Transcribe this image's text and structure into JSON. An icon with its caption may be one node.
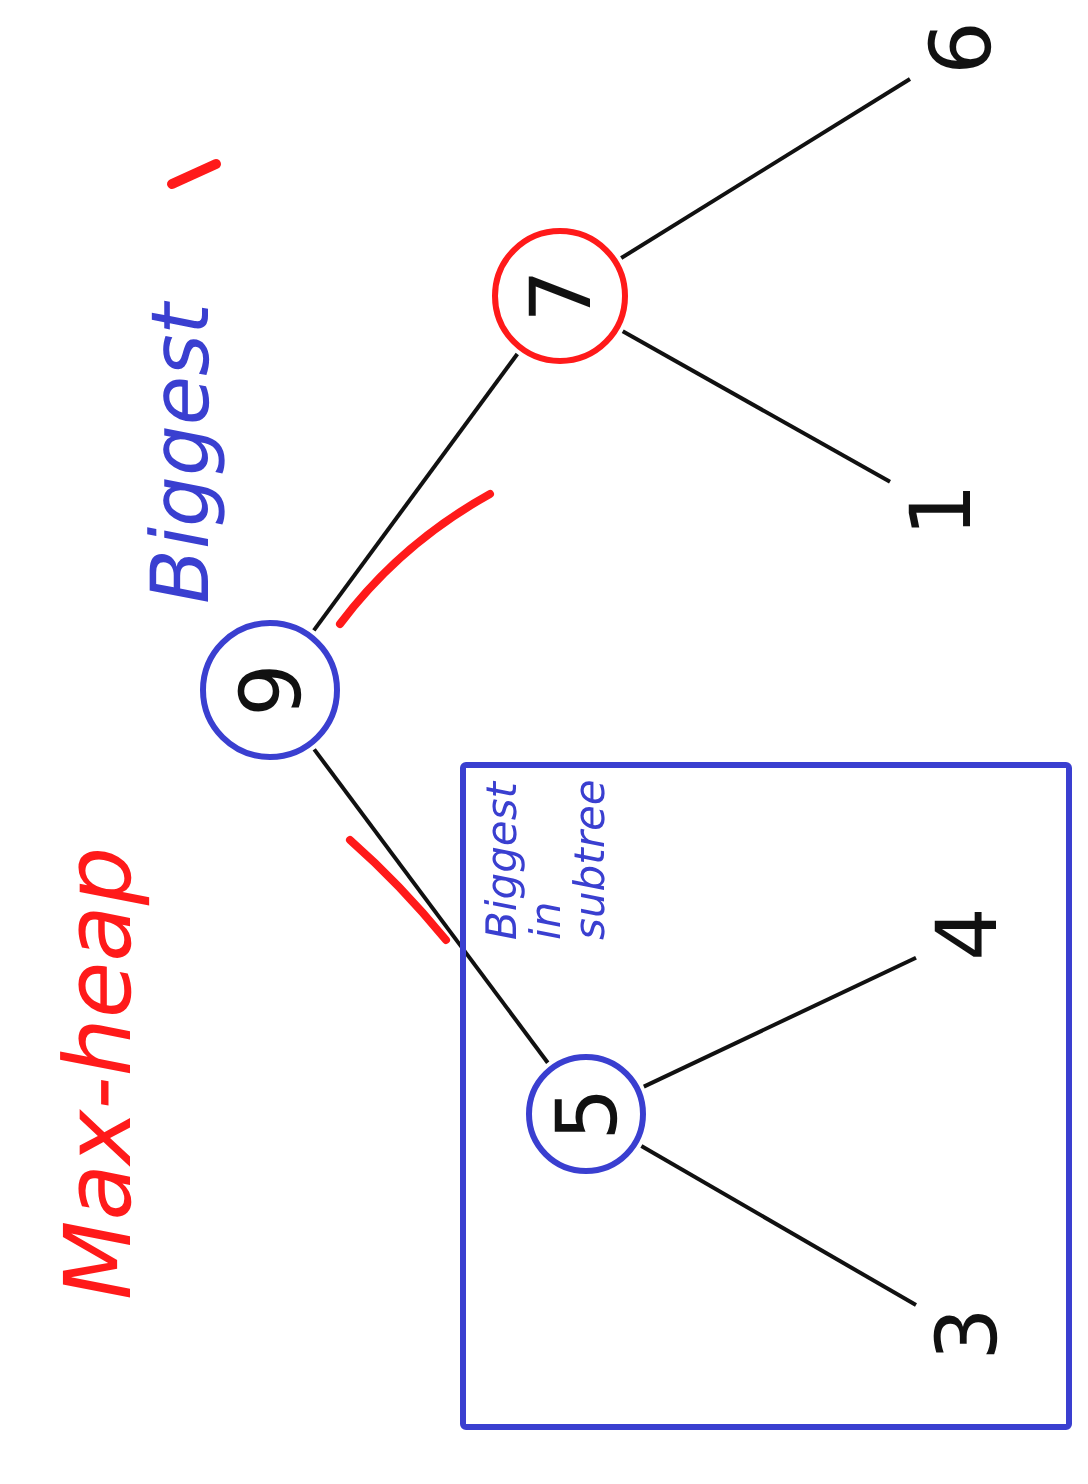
{
  "diagram": {
    "title": "Max-heap",
    "nodes": [
      {
        "text": [
          "9"
        ]
      },
      {
        "text": [
          "7"
        ]
      },
      {
        "text": [
          "6"
        ]
      },
      {
        "text": [
          "1"
        ]
      },
      {
        "text": [],
        "shape": "box"
      },
      {
        "text": [
          "5"
        ],
        "in": 4
      },
      {
        "text": [
          "4"
        ],
        "in": 4
      },
      {
        "text": [
          "3"
        ],
        "in": 4
      }
    ],
    "edges": [
      {
        "from": 0,
        "to": 1,
        "arrow": "none"
      },
      {
        "from": 0,
        "to": 5,
        "arrow": "none"
      },
      {
        "from": 1,
        "to": 2,
        "arrow": "none"
      },
      {
        "from": 1,
        "to": 3,
        "arrow": "none"
      },
      {
        "from": 5,
        "to": 6,
        "arrow": "none"
      },
      {
        "from": 5,
        "to": 7,
        "arrow": "none"
      }
    ],
    "labels": [
      "Biggest",
      "Biggest in subtree"
    ]
  }
}
